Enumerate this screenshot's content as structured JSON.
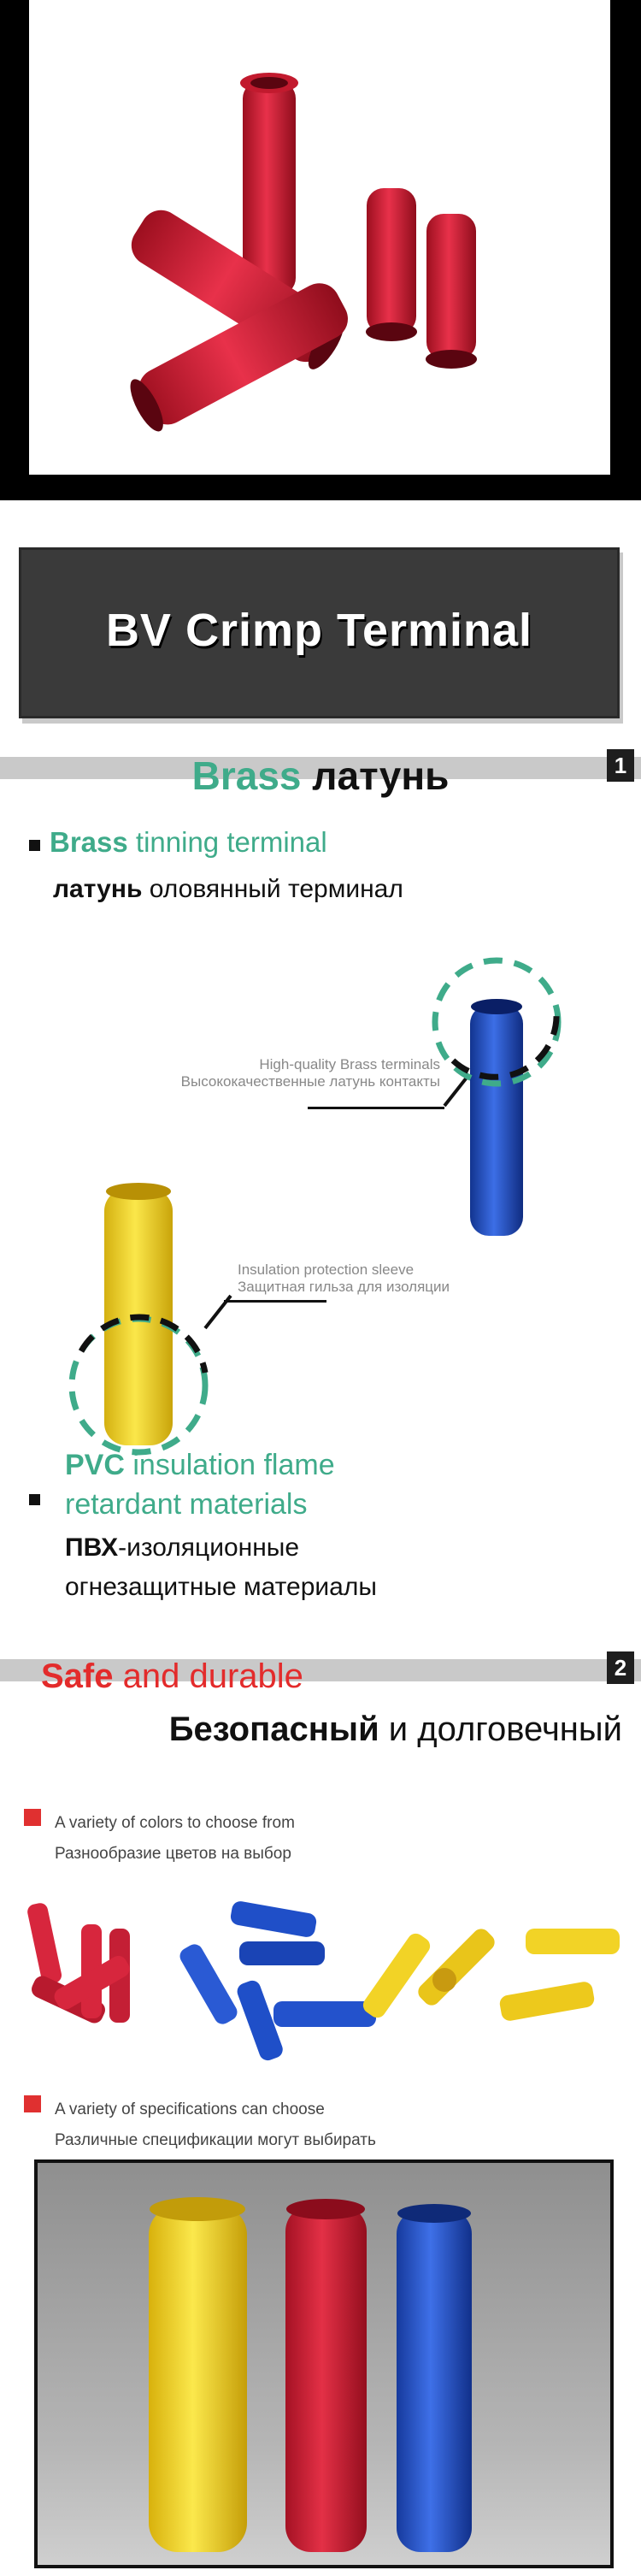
{
  "banner": {
    "title": "BV  Crimp Terminal"
  },
  "section1": {
    "number": "1",
    "heading_accent": "Brass",
    "heading_main": "латунь",
    "feature1": {
      "accent": "Brass",
      "rest": " tinning terminal",
      "ru_bold": "латунь",
      "ru_rest": " оловянный терминал"
    },
    "callout1": {
      "en": "High-quality Brass terminals",
      "ru": "Высококачественные латунь контакты"
    },
    "callout2": {
      "en": "Insulation protection sleeve",
      "ru": "Защитная гильза для изоляции"
    },
    "feature2": {
      "accent": "PVC",
      "rest_line1": " insulation flame",
      "line2": "retardant materials",
      "ru_bold": "ПВХ",
      "ru_line1_rest": "-изоляционные",
      "ru_line2": "огнезащитные материалы"
    }
  },
  "section2": {
    "number": "2",
    "heading_accent": "Safe",
    "heading_rest": " and durable",
    "sub_bold": "Безопасный",
    "sub_rest": " и долговечный",
    "colors": {
      "en": "A variety of colors to choose from",
      "ru": "Разнообразие цветов на выбор"
    },
    "specs": {
      "en": "A variety of specifications can choose",
      "ru": "Различные спецификации могут выбирать"
    }
  },
  "palette": {
    "red": "#d7263d",
    "blue": "#1f4fc8",
    "yellow": "#f2d326",
    "green_accent": "#3fab8a",
    "red_accent": "#e32b2b"
  }
}
